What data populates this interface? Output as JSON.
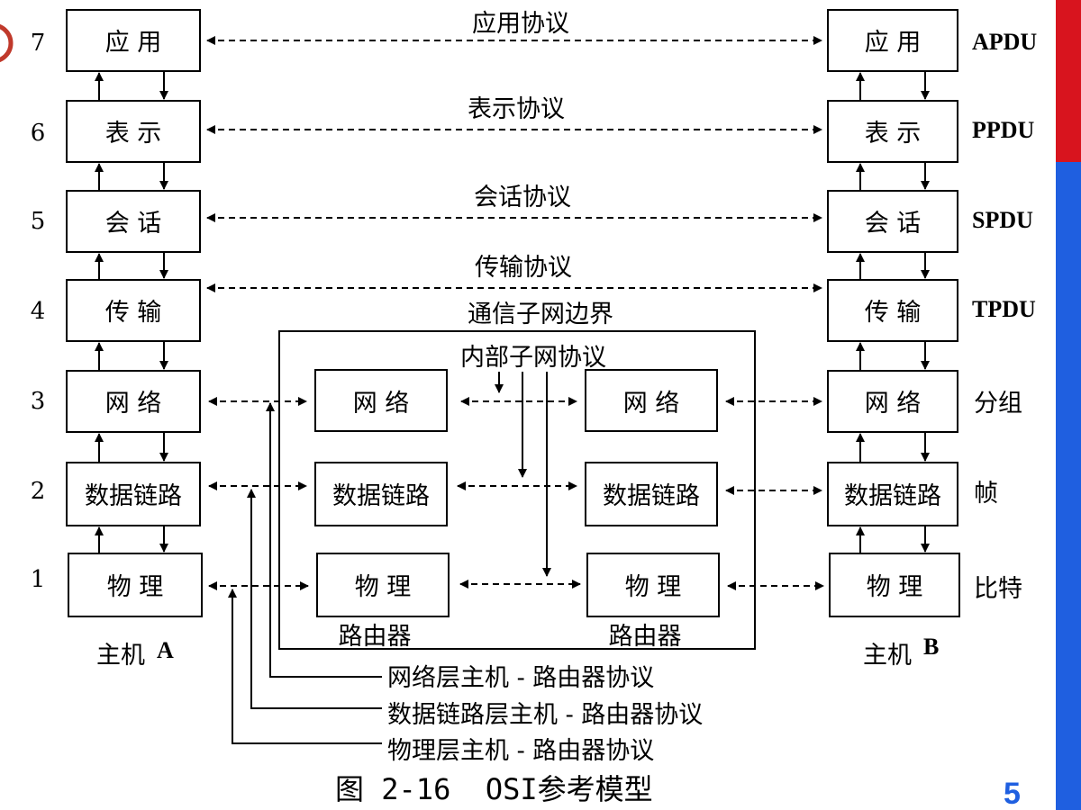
{
  "layer_numbers": [
    "7",
    "6",
    "5",
    "4",
    "3",
    "2",
    "1"
  ],
  "host_a": {
    "layers": [
      "应 用",
      "表 示",
      "会 话",
      "传 输",
      "网 络",
      "数据链路",
      "物 理"
    ],
    "label": "主机",
    "letter": "A"
  },
  "host_b": {
    "layers": [
      "应 用",
      "表 示",
      "会 话",
      "传 输",
      "网 络",
      "数据链路",
      "物 理"
    ],
    "label": "主机",
    "letter": "B"
  },
  "router_left": {
    "layers": [
      "网 络",
      "数据链路",
      "物 理"
    ],
    "label": "路由器"
  },
  "router_right": {
    "layers": [
      "网 络",
      "数据链路",
      "物 理"
    ],
    "label": "路由器"
  },
  "peer_protocols": [
    "应用协议",
    "表示协议",
    "会话协议",
    "传输协议"
  ],
  "data_units": [
    "APDU",
    "PPDU",
    "SPDU",
    "TPDU",
    "分组",
    "帧",
    "比特"
  ],
  "subnet": {
    "boundary_label": "通信子网边界",
    "internal_protocol": "内部子网协议"
  },
  "host_router_protocols": [
    "网络层主机 - 路由器协议",
    "数据链路层主机 - 路由器协议",
    "物理层主机 - 路由器协议"
  ],
  "caption": "图 2-16  OSI参考模型",
  "page_number": "5",
  "colors": {
    "accent_bar": "#1f5fe0",
    "side_bar": "#d8141e",
    "logo": "#c0392b"
  }
}
